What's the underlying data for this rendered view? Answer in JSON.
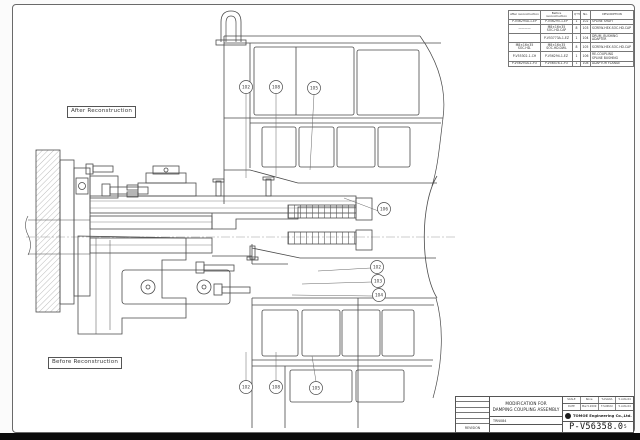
{
  "page": {
    "background": "#ffffff",
    "frame_color": "#6a6a6a",
    "line_color": "#4a4a4a",
    "bottom_bar_color": "#0b0b0b"
  },
  "labels": {
    "after": "After Reconstruction",
    "before": "Before Reconstruction"
  },
  "parts_table": {
    "headers": {
      "after": "After reconstruction",
      "before": "Before reconstruction",
      "qty": "Q'TY",
      "item": "No.",
      "description": "DESCRIPTION"
    },
    "rows": [
      {
        "after": "P-V56295A-1-EP",
        "before": "P-V56295-1-EP",
        "qty": "1",
        "item": "102",
        "description": "SPLINE SHAFT"
      },
      {
        "after": "————",
        "before": "M8×16×35\nSOC.HD.CAP",
        "qty": "8",
        "item": "103",
        "description": "SCREW-HEX.SOC.HD.CAP"
      },
      {
        "after": "",
        "before": "P-V53773A-1-EZ",
        "qty": "1",
        "item": "104",
        "description": "DRUM, BUSHING ADAPTER"
      },
      {
        "after": "M8×16×35\nSOC.HD.",
        "before": "M8×16×35\nSOC.HD.DWL",
        "qty": "8",
        "item": "105",
        "description": "SCREW-HEX.SOC.HD.CAP"
      },
      {
        "after": "P-V55302-1-CH",
        "before": "P-V56294-1-EZ",
        "qty": "1",
        "item": "106",
        "description": "RE-COUPLING\nSPLINE BUSHING"
      },
      {
        "after": "P-V56293A-1-FO",
        "before": "P-V56478-1-FO",
        "qty": "1",
        "item": "108",
        "description": "ADAPTOR FLANGE"
      }
    ]
  },
  "title_block": {
    "title_line1": "MODIFICATION FOR",
    "title_line2": "DAMPING COUPLING ASSEMBLY",
    "code": "TRN084",
    "revision_label": "REVISION",
    "rev_marks": [
      "·",
      "·",
      "·",
      "·",
      "·"
    ],
    "company": "TOMOE Engineering Co.,Ltd.",
    "drawing_number": "P-V56358.0",
    "drawing_number_suffix": "5",
    "scale_label": "SCALE",
    "scale_value": "None",
    "drawn_by": "T.ASADA",
    "drawn_date": "5.AUG.04",
    "date_label": "DATE",
    "date_value": "Mar.5.2009",
    "checked_by": "T.SUZUKI",
    "checked_date": "5.AUG.04"
  },
  "balloons": [
    {
      "label": "102"
    },
    {
      "label": "108"
    },
    {
      "label": "105"
    },
    {
      "label": "106"
    },
    {
      "label": "102"
    },
    {
      "label": "103"
    },
    {
      "label": "104"
    },
    {
      "label": "102"
    },
    {
      "label": "108"
    },
    {
      "label": "105"
    }
  ]
}
